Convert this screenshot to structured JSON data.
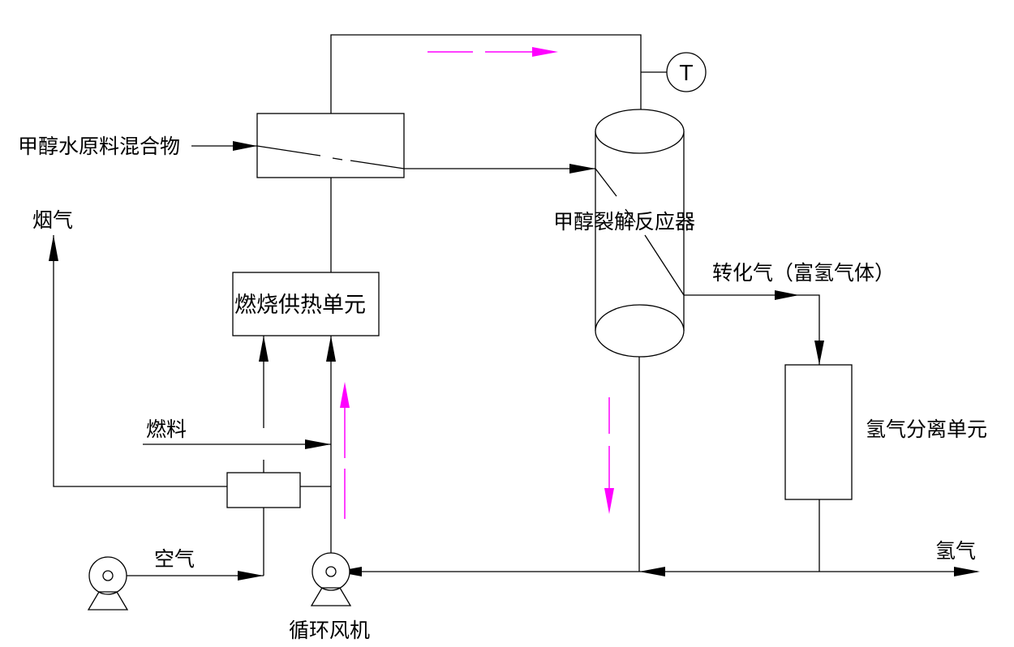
{
  "labels": {
    "feed": "甲醇水原料混合物",
    "flue_gas": "烟气",
    "reactor": "甲醇裂解反应器",
    "reformate": "转化气（富氢气体）",
    "combustion_unit": "燃烧供热单元",
    "fuel": "燃料",
    "hydrogen_separation": "氢气分离单元",
    "air": "空气",
    "hydrogen": "氢气",
    "blower": "循环风机",
    "temperature": "T"
  },
  "colors": {
    "line": "#000000",
    "flow_indicator": "#ff00ff"
  }
}
